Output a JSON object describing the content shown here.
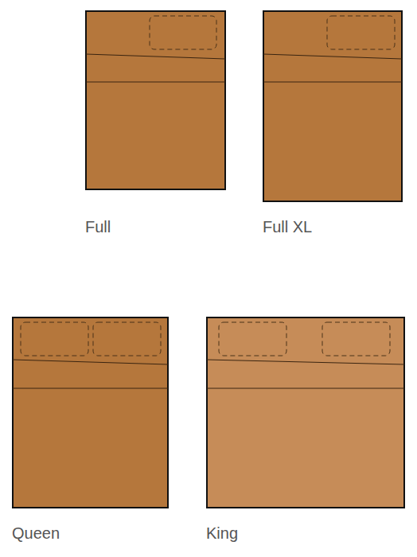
{
  "diagram": {
    "labels": [
      "Full",
      "Full XL",
      "Queen",
      "King"
    ]
  }
}
